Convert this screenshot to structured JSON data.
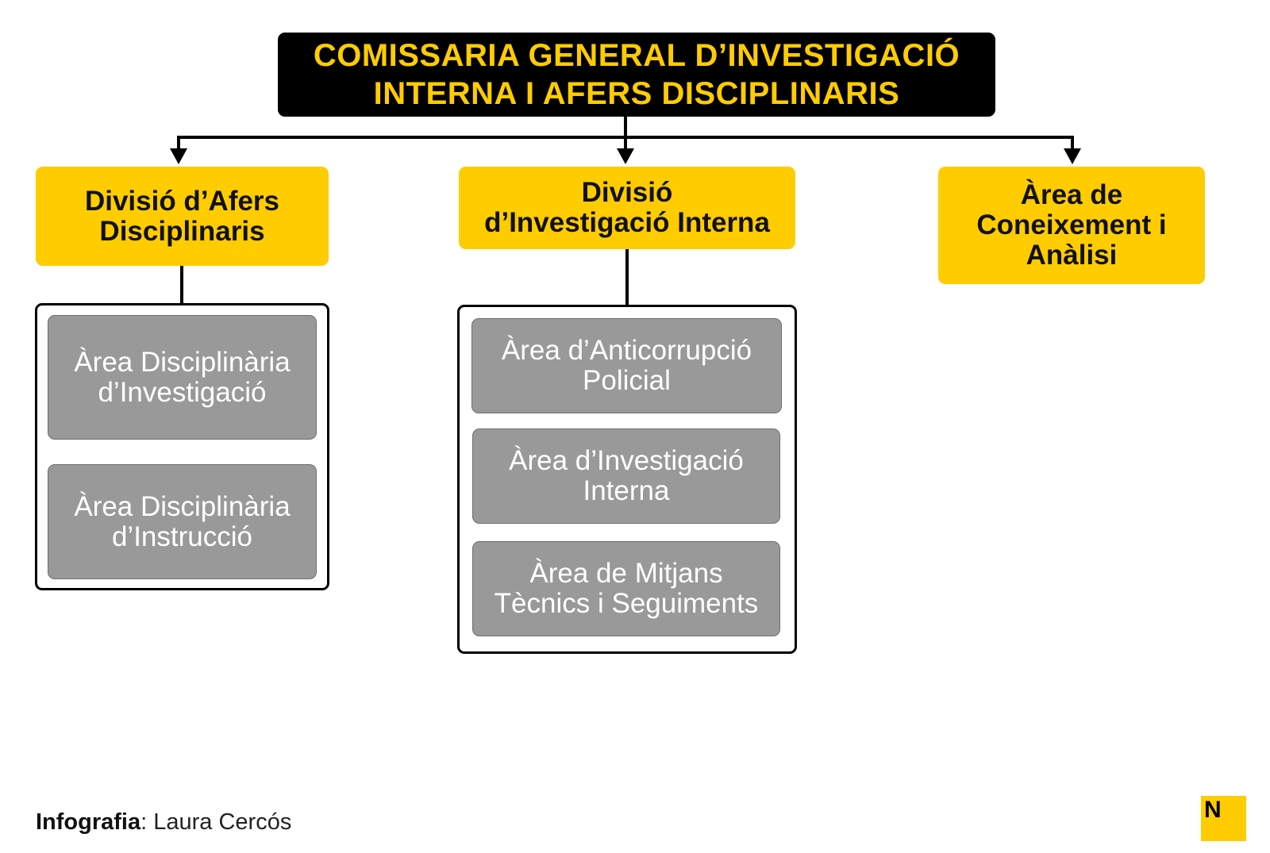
{
  "header": {
    "title_line1": "COMISSARIA GENERAL D’INVESTIGACIÓ",
    "title_line2": "INTERNA I AFERS DISCIPLINARIS"
  },
  "divisions": [
    {
      "label_line1": "Divisió d’Afers",
      "label_line2": "Disciplinaris",
      "areas": [
        {
          "line1": "Àrea Disciplinària",
          "line2": "d’Investigació"
        },
        {
          "line1": "Àrea Disciplinària",
          "line2": "d’Instrucció"
        }
      ]
    },
    {
      "label_line1": "Divisió",
      "label_line2": "d’Investigació Interna",
      "areas": [
        {
          "line1": "Àrea d’Anticorrupció",
          "line2": "Policial"
        },
        {
          "line1": "Àrea d’Investigació",
          "line2": "Interna"
        },
        {
          "line1": "Àrea de Mitjans",
          "line2": "Tècnics i Seguiments"
        }
      ]
    },
    {
      "label_line1": "Àrea de",
      "label_line2": "Coneixement i",
      "label_line3": "Anàlisi"
    }
  ],
  "footer": {
    "credit_label": "Infografia",
    "credit_separator": ": ",
    "credit_name": "Laura Cercós",
    "logo_letter": "N"
  },
  "colors": {
    "accent_yellow": "#ffcc00",
    "header_background": "#000000",
    "area_gray": "#999999",
    "text_white": "#ffffff"
  }
}
